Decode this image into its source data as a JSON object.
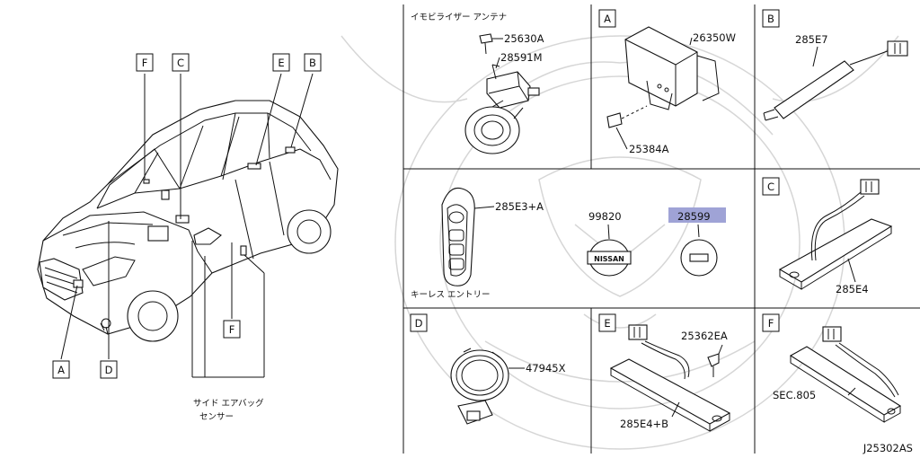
{
  "car_labels": {
    "f_top": "F",
    "c_top": "C",
    "e_top": "E",
    "b_top": "B",
    "a_bottom": "A",
    "d_bottom": "D",
    "f_side": "F"
  },
  "sensor_caption": [
    "サイド エアバッグ",
    "センサー"
  ],
  "panels": {
    "immobilizer": {
      "title": "イモビライザー アンテナ",
      "parts": [
        "25630A",
        "28591M"
      ]
    },
    "a": {
      "letter": "A",
      "parts": [
        "26350W",
        "25384A"
      ]
    },
    "b": {
      "letter": "B",
      "parts": [
        "285E7"
      ]
    },
    "keyless": {
      "caption": "キーレス エントリー",
      "parts": [
        "285E3+A",
        "99820",
        "28599"
      ],
      "emblem_text": "NISSAN",
      "highlight_color": "#9fa3d6"
    },
    "c": {
      "letter": "C",
      "parts": [
        "285E4"
      ]
    },
    "d": {
      "letter": "D",
      "parts": [
        "47945X"
      ]
    },
    "e": {
      "letter": "E",
      "parts": [
        "25362EA",
        "285E4+B"
      ]
    },
    "f": {
      "letter": "F",
      "parts": [
        "SEC.805"
      ]
    }
  },
  "diagram_code": "J25302AS"
}
